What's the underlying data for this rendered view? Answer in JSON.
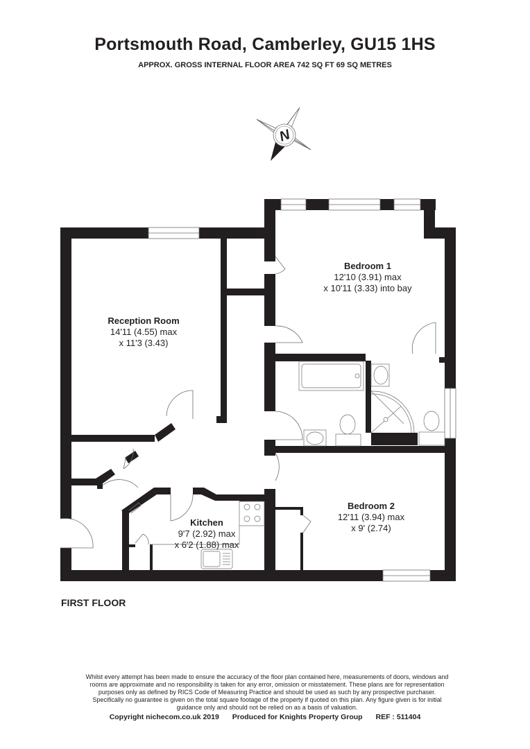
{
  "header": {
    "title": "Portsmouth Road, Camberley, GU15 1HS",
    "subtitle": "APPROX. GROSS INTERNAL FLOOR AREA 742 SQ FT 69 SQ METRES"
  },
  "compass": {
    "label": "N",
    "icon": "north-compass-icon"
  },
  "rooms": [
    {
      "name": "Reception Room",
      "dim1": "14'11 (4.55) max",
      "dim2": "x 11'3 (3.43)"
    },
    {
      "name": "Bedroom 1",
      "dim1": "12'10 (3.91) max",
      "dim2": "x 10'11 (3.33) into bay"
    },
    {
      "name": "Kitchen",
      "dim1": "9'7 (2.92) max",
      "dim2": "x 6'2 (1.88) max"
    },
    {
      "name": "Bedroom 2",
      "dim1": "12'11 (3.94) max",
      "dim2": "x 9' (2.74)"
    }
  ],
  "floor_label": "FIRST FLOOR",
  "footer": {
    "disclaimer_lines": [
      "Whilst every attempt has been made to ensure the accuracy of the floor plan contained here, measurements of doors, windows and",
      "rooms are approximate and no responsibility is taken for any error, omission or misstatement. These plans are for representation",
      "purposes only as defined by RICS Code of Measuring Practice and should be used as such by any prospective purchaser.",
      "Specifically no guarantee is given on the total square footage of the property if quoted on this plan. Any figure given is for initial",
      "guidance only and should not be relied on as a basis of valuation."
    ],
    "copyright": "Copyright nichecom.co.uk 2019",
    "produced_for": "Produced for Knights Property Group",
    "ref": "REF : 511404"
  },
  "colors": {
    "wall": "#231f20",
    "fixture_line": "#6d6e70",
    "background": "#ffffff"
  }
}
